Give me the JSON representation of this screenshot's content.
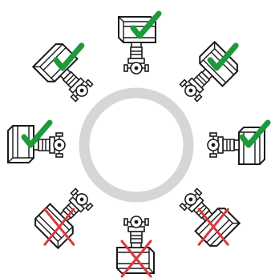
{
  "diagram": {
    "ring_color": "#d6d6d6",
    "ok_color": "#1f9a3a",
    "bad_color": "#d9383e",
    "orientations": [
      {
        "angle_deg": 0,
        "status": "allowed",
        "mark_icon": "check-icon"
      },
      {
        "angle_deg": 45,
        "status": "allowed",
        "mark_icon": "check-icon"
      },
      {
        "angle_deg": 90,
        "status": "allowed",
        "mark_icon": "check-icon"
      },
      {
        "angle_deg": 135,
        "status": "forbidden",
        "mark_icon": "cross-icon"
      },
      {
        "angle_deg": 180,
        "status": "forbidden",
        "mark_icon": "cross-icon"
      },
      {
        "angle_deg": 225,
        "status": "forbidden",
        "mark_icon": "cross-icon"
      },
      {
        "angle_deg": 270,
        "status": "allowed",
        "mark_icon": "check-icon"
      },
      {
        "angle_deg": 315,
        "status": "allowed",
        "mark_icon": "check-icon"
      }
    ]
  }
}
